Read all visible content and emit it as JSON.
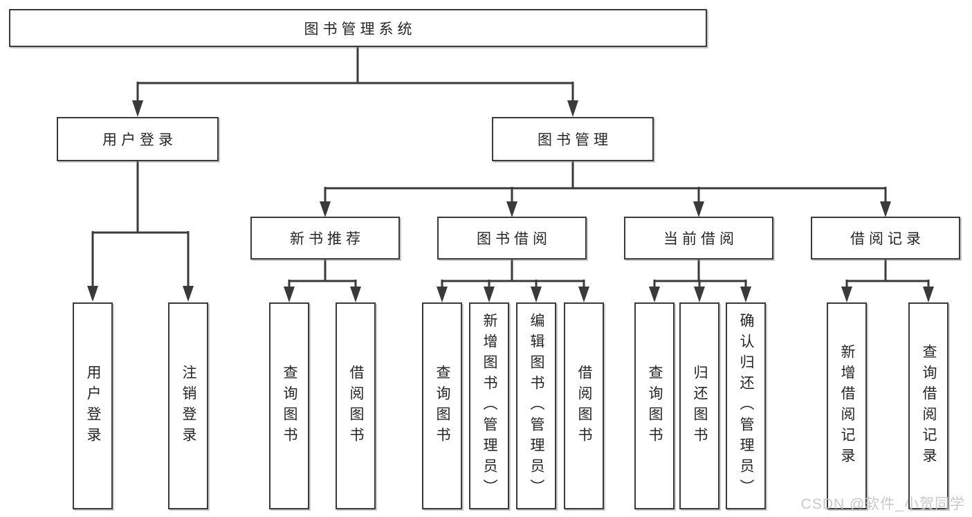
{
  "diagram_title": "图书管理系统",
  "nodes": {
    "root": "图书管理系统",
    "user_login": "用户登录",
    "book_management": "图书管理",
    "new_book_recommend": "新书推荐",
    "book_borrow": "图书借阅",
    "current_borrow": "当前借阅",
    "borrow_records": "借阅记录",
    "leaf_user_login": "用户登录",
    "leaf_logout": "注销登录",
    "leaf_nbr_query_books": "查询图书",
    "leaf_nbr_borrow_books": "借阅图书",
    "leaf_bb_query_books": "查询图书",
    "leaf_bb_add_books": "新增图书（管理员）",
    "leaf_bb_edit_books": "编辑图书（管理员）",
    "leaf_bb_borrow_books": "借阅图书",
    "leaf_cb_query_books": "查询图书",
    "leaf_cb_return_books": "归还图书",
    "leaf_cb_confirm_return": "确认归还（管理员）",
    "leaf_br_add_record": "新增借阅记录",
    "leaf_br_query_record": "查询借阅记录"
  },
  "watermark": "CSDN @软件_小贺同学",
  "colors": {
    "line": "#3a3a3a",
    "text": "#262626",
    "watermark": "#c6c6c6",
    "background": "#ffffff"
  }
}
